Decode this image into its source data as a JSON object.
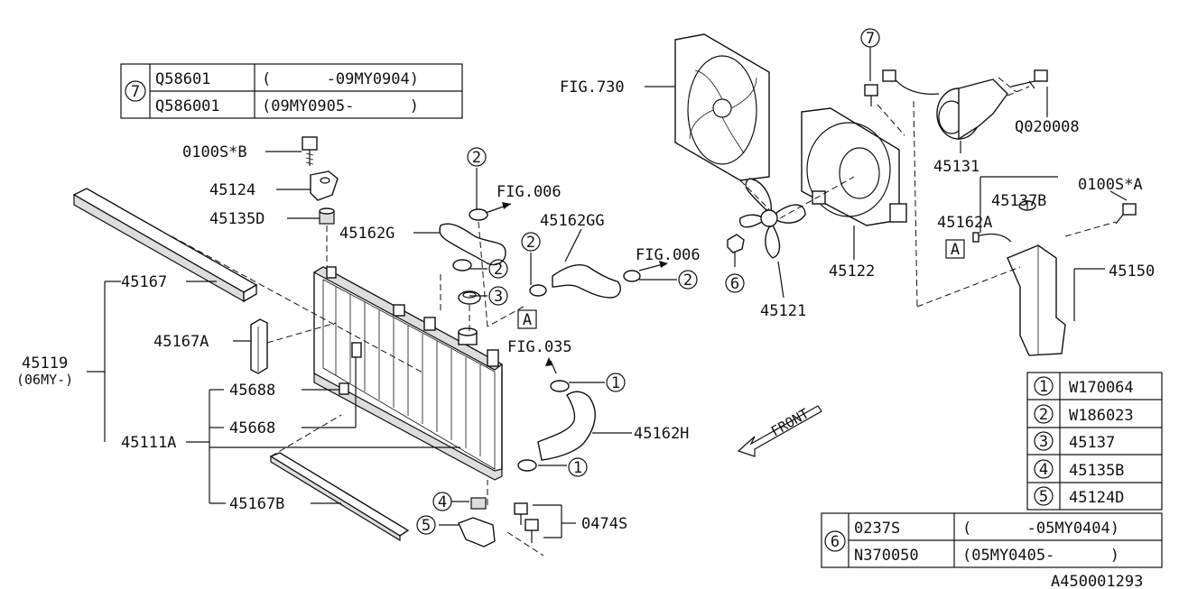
{
  "callouts": {
    "p0100s_b": "0100S*B",
    "p45124": "45124",
    "p45135d": "45135D",
    "p45162g": "45162G",
    "fig006_a": "FIG.006",
    "p45162gg": "45162GG",
    "fig006_b": "FIG.006",
    "p45167": "45167",
    "p45167a": "45167A",
    "p45119": "45119",
    "p45119_note": "(06MY-)",
    "p45688": "45688",
    "p45668": "45668",
    "p45111a": "45111A",
    "p45167b": "45167B",
    "p0474s": "0474S",
    "fig035": "FIG.035",
    "p45162h": "45162H",
    "fig730": "FIG.730",
    "p45121": "45121",
    "p45122": "45122",
    "p45131": "45131",
    "q020008": "Q020008",
    "p0100s_a": "0100S*A",
    "p45137b": "45137B",
    "p45162a": "45162A",
    "p45150": "45150",
    "ref_a_left": "A",
    "ref_a_right": "A",
    "front": "FRONT",
    "diagram_id": "A450001293"
  },
  "circle_refs": [
    "1",
    "2",
    "3",
    "4",
    "5",
    "6",
    "7"
  ],
  "table7": {
    "ref": "7",
    "rows": [
      {
        "part": "Q58601",
        "range": "(      -09MY0904)"
      },
      {
        "part": "Q586001",
        "range": "(09MY0905-      )"
      }
    ]
  },
  "legend": [
    {
      "ref": "1",
      "part": "W170064"
    },
    {
      "ref": "2",
      "part": "W186023"
    },
    {
      "ref": "3",
      "part": "45137"
    },
    {
      "ref": "4",
      "part": "45135B"
    },
    {
      "ref": "5",
      "part": "45124D"
    }
  ],
  "table6": {
    "ref": "6",
    "rows": [
      {
        "part": "0237S",
        "range": "(      -05MY0404)"
      },
      {
        "part": "N370050",
        "range": "(05MY0405-      )"
      }
    ]
  }
}
